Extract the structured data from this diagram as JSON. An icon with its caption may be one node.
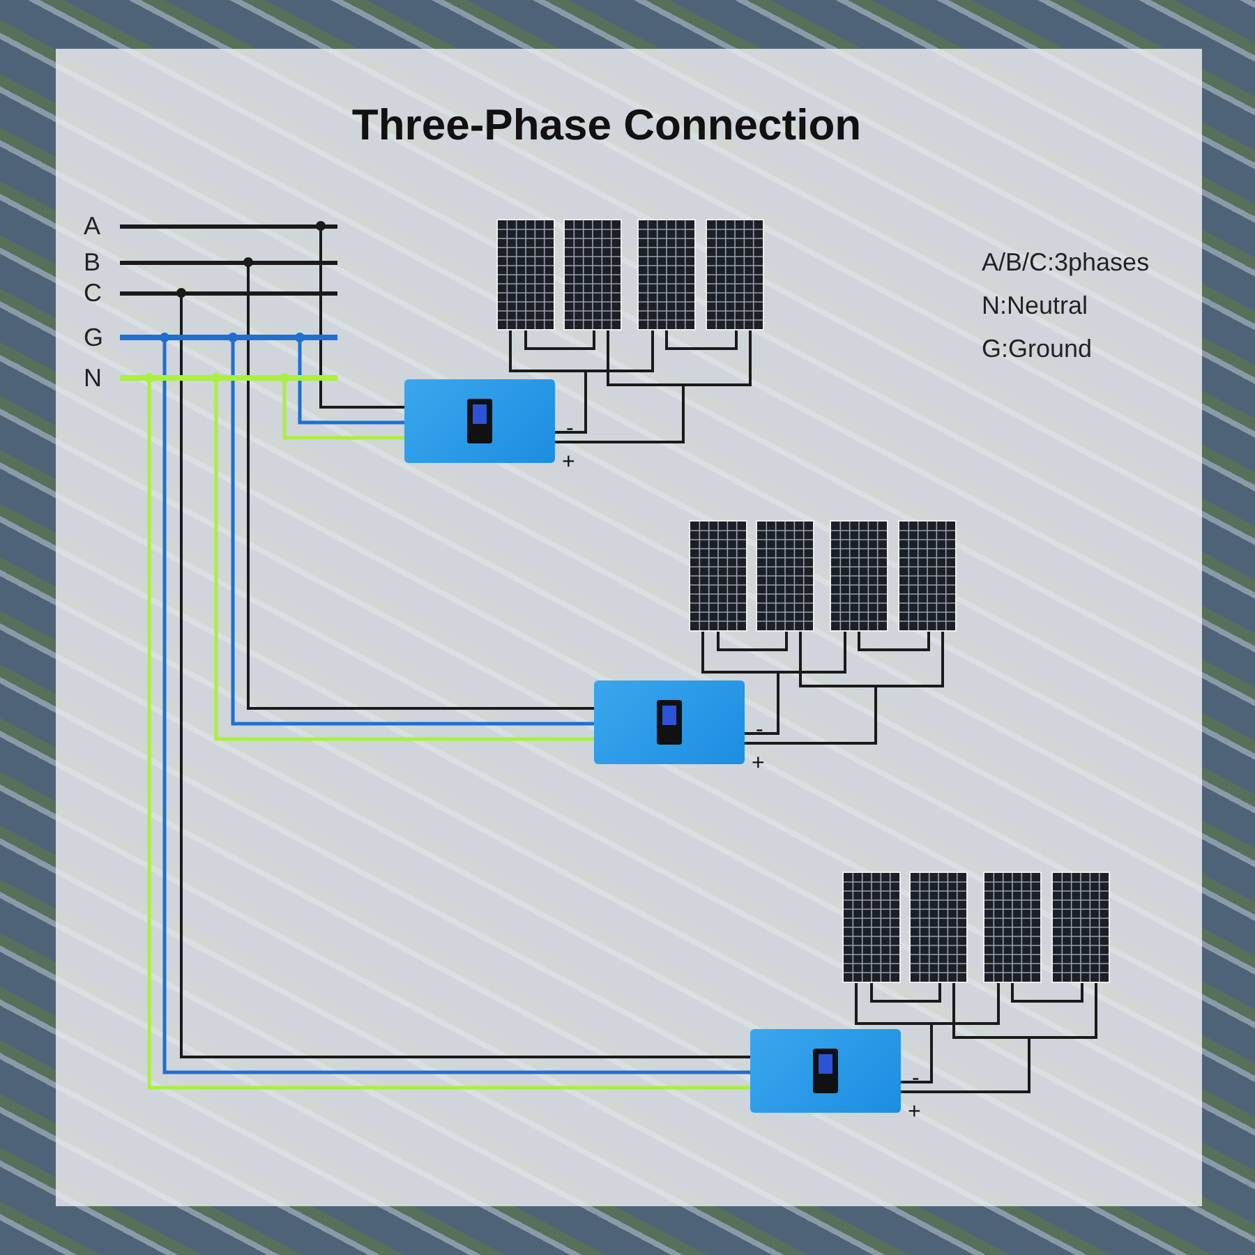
{
  "diagram": {
    "title": "Three-Phase Connection",
    "nodes": [
      {
        "text": [
          "A"
        ]
      },
      {
        "text": [
          "B"
        ]
      },
      {
        "text": [
          "C"
        ]
      },
      {
        "text": [
          "G"
        ]
      },
      {
        "text": [
          "N"
        ]
      },
      {
        "text": [],
        "shape": "picture"
      },
      {
        "text": [],
        "shape": "picture"
      },
      {
        "text": [],
        "shape": "picture"
      },
      {
        "text": [],
        "shape": "picture"
      },
      {
        "text": [],
        "shape": "picture",
        "beside": [
          "-",
          "+"
        ]
      },
      {
        "text": [],
        "shape": "picture"
      },
      {
        "text": [],
        "shape": "picture"
      },
      {
        "text": [],
        "shape": "picture"
      },
      {
        "text": [],
        "shape": "picture"
      },
      {
        "text": [],
        "shape": "picture",
        "beside": [
          "-",
          "+"
        ]
      },
      {
        "text": [],
        "shape": "picture"
      },
      {
        "text": [],
        "shape": "picture"
      },
      {
        "text": [],
        "shape": "picture"
      },
      {
        "text": [],
        "shape": "picture"
      },
      {
        "text": [],
        "shape": "picture",
        "beside": [
          "-",
          "+"
        ]
      }
    ],
    "edges": [
      {
        "from": 0,
        "to": 9,
        "arrow": "other"
      },
      {
        "from": 3,
        "to": 9,
        "arrow": "other",
        "color": "#1f6fd1"
      },
      {
        "from": 4,
        "to": 9,
        "arrow": "other",
        "color": "#aaf03c"
      },
      {
        "from": 1,
        "to": 14,
        "arrow": "other"
      },
      {
        "from": 3,
        "to": 14,
        "arrow": "other",
        "color": "#1f6fd1"
      },
      {
        "from": 4,
        "to": 14,
        "arrow": "other",
        "color": "#aaf03c"
      },
      {
        "from": 2,
        "to": 19,
        "arrow": "other"
      },
      {
        "from": 3,
        "to": 19,
        "arrow": "other",
        "color": "#1f6fd1"
      },
      {
        "from": 4,
        "to": 19,
        "arrow": "other",
        "color": "#aaf03c"
      },
      {
        "from": 5,
        "to": 6,
        "arrow": "none"
      },
      {
        "from": 7,
        "to": 8,
        "arrow": "none"
      },
      {
        "from": 5,
        "to": 9,
        "arrow": "none"
      },
      {
        "from": 7,
        "to": 9,
        "arrow": "none"
      },
      {
        "from": 6,
        "to": 9,
        "arrow": "none"
      },
      {
        "from": 8,
        "to": 9,
        "arrow": "none"
      },
      {
        "from": 10,
        "to": 11,
        "arrow": "none"
      },
      {
        "from": 12,
        "to": 13,
        "arrow": "none"
      },
      {
        "from": 10,
        "to": 14,
        "arrow": "none"
      },
      {
        "from": 12,
        "to": 14,
        "arrow": "none"
      },
      {
        "from": 11,
        "to": 14,
        "arrow": "none"
      },
      {
        "from": 13,
        "to": 14,
        "arrow": "none"
      },
      {
        "from": 15,
        "to": 16,
        "arrow": "none"
      },
      {
        "from": 17,
        "to": 18,
        "arrow": "none"
      },
      {
        "from": 15,
        "to": 19,
        "arrow": "none"
      },
      {
        "from": 17,
        "to": 19,
        "arrow": "none"
      },
      {
        "from": 16,
        "to": 19,
        "arrow": "none"
      },
      {
        "from": 18,
        "to": 19,
        "arrow": "none"
      }
    ],
    "labels": [
      "A/B/C:3phases",
      "N:Neutral",
      "G:Ground"
    ]
  }
}
